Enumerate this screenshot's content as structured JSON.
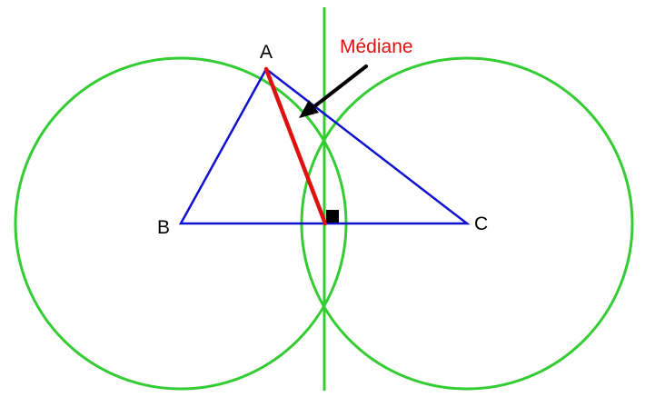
{
  "labels": {
    "vertex_a": "A",
    "vertex_b": "B",
    "vertex_c": "C",
    "median": "Médiane"
  },
  "colors": {
    "triangle": "#1010d0",
    "median": "#e01010",
    "circles": "#33cc33",
    "perpendicular": "#33cc33",
    "arrow": "#000000",
    "right_angle_marker": "#000000",
    "median_label": "#e01010"
  }
}
